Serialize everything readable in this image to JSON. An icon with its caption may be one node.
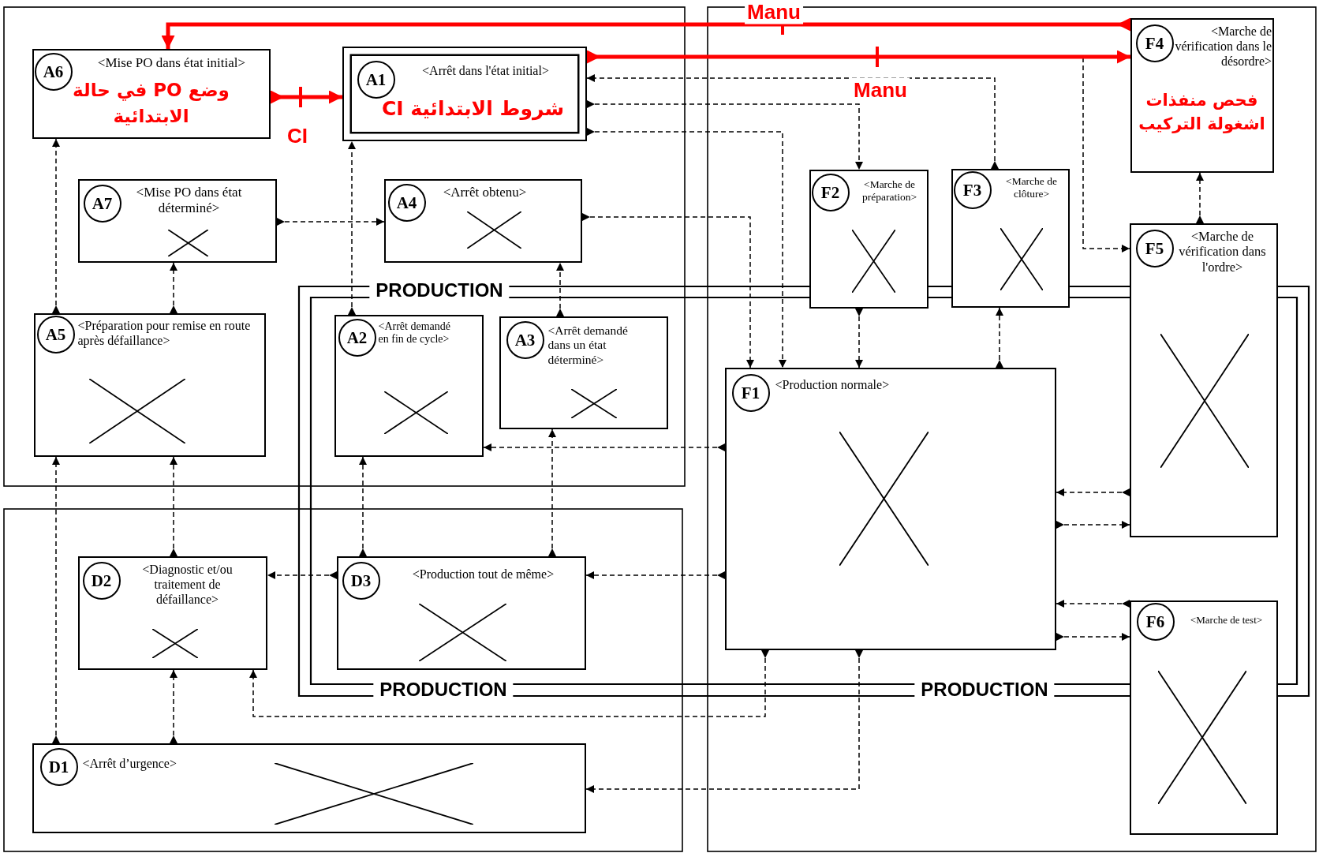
{
  "diagram": {
    "nodes": [
      {
        "text": [
          "A6",
          "<Mise PO dans état initial>",
          "وضع PO في حالة الابتدائية"
        ]
      },
      {
        "text": [
          "A1",
          "<Arrêt dans l'état initial>",
          "شروط الابتدائية CI"
        ]
      },
      {
        "text": [
          "F4",
          "<Marche de vérification dans le désordre>",
          "فحص منفذات اشغولة التركيب"
        ]
      },
      {
        "text": [
          "A7",
          "<Mise PO dans état déterminé>"
        ]
      },
      {
        "text": [
          "A4",
          "<Arrêt obtenu>"
        ]
      },
      {
        "text": [
          "F2",
          "<Marche de préparation>"
        ]
      },
      {
        "text": [
          "F3",
          "<Marche de clôture>"
        ]
      },
      {
        "text": [
          "F5",
          "<Marche de vérification dans l'ordre>"
        ]
      },
      {
        "text": [
          "A5",
          "<Préparation pour remise en route après défaillance>"
        ]
      },
      {
        "text": [
          "A2",
          "<Arrêt demandé en fin de cycle>"
        ]
      },
      {
        "text": [
          "A3",
          "<Arrêt demandé dans un état déterminé>"
        ]
      },
      {
        "text": [
          "F1",
          "<Production normale>"
        ]
      },
      {
        "text": [
          "D2",
          "<Diagnostic et/ou traitement de défaillance>"
        ]
      },
      {
        "text": [
          "D3",
          "<Production tout de même>"
        ]
      },
      {
        "text": [
          "F6",
          "<Marche de test>"
        ]
      },
      {
        "text": [
          "D1",
          "<Arrêt d’urgence>"
        ]
      }
    ],
    "edges": [
      {
        "from": 2,
        "to": 0,
        "arrow": "to",
        "label": "Manu",
        "style": "thick",
        "color": "#ff0000"
      },
      {
        "from": 1,
        "to": 2,
        "arrow": "to",
        "label": "Manu",
        "style": "thick",
        "color": "#ff0000"
      },
      {
        "from": 0,
        "to": 1,
        "arrow": "to",
        "label": "CI",
        "style": "thick",
        "color": "#ff0000"
      },
      {
        "from": 6,
        "to": 1,
        "arrow": "to",
        "style": "dashed"
      },
      {
        "from": 1,
        "to": 5,
        "arrow": "to",
        "style": "dashed"
      },
      {
        "from": 1,
        "to": 11,
        "arrow": "to",
        "style": "dashed"
      },
      {
        "from": 1,
        "to": 7,
        "arrow": "to",
        "style": "dashed"
      },
      {
        "from": 3,
        "to": 4,
        "arrow": "to",
        "style": "dashed"
      },
      {
        "from": 4,
        "to": 11,
        "arrow": "to",
        "style": "dashed"
      },
      {
        "from": 8,
        "to": 0,
        "arrow": "to",
        "style": "dashed"
      },
      {
        "from": 8,
        "to": 3,
        "arrow": "to",
        "style": "dashed"
      },
      {
        "from": 9,
        "to": 1,
        "arrow": "to",
        "style": "dashed"
      },
      {
        "from": 10,
        "to": 4,
        "arrow": "to",
        "style": "dashed"
      },
      {
        "from": 11,
        "to": 9,
        "arrow": "to",
        "style": "dashed"
      },
      {
        "from": 13,
        "to": 10,
        "arrow": "to",
        "style": "dashed"
      },
      {
        "from": 13,
        "to": 9,
        "arrow": "to",
        "style": "dashed"
      },
      {
        "from": 11,
        "to": 13,
        "arrow": "to",
        "style": "dashed"
      },
      {
        "from": 13,
        "to": 12,
        "arrow": "to",
        "style": "dashed"
      },
      {
        "from": 12,
        "to": 8,
        "arrow": "to",
        "style": "dashed"
      },
      {
        "from": 15,
        "to": 8,
        "arrow": "to",
        "style": "dashed"
      },
      {
        "from": 15,
        "to": 12,
        "arrow": "to",
        "style": "dashed"
      },
      {
        "from": 11,
        "to": 12,
        "arrow": "to",
        "style": "dashed"
      },
      {
        "from": 11,
        "to": 15,
        "arrow": "to",
        "style": "dashed"
      },
      {
        "from": 5,
        "to": 11,
        "arrow": "to",
        "style": "dashed"
      },
      {
        "from": 11,
        "to": 6,
        "arrow": "to",
        "style": "dashed"
      },
      {
        "from": 7,
        "to": 2,
        "arrow": "to",
        "style": "dashed"
      },
      {
        "from": 7,
        "to": 11,
        "arrow": "to",
        "style": "dashed"
      },
      {
        "from": 11,
        "to": 7,
        "arrow": "to",
        "style": "dashed"
      },
      {
        "from": 14,
        "to": 11,
        "arrow": "to",
        "style": "dashed"
      },
      {
        "from": 11,
        "to": 14,
        "arrow": "to",
        "style": "dashed"
      }
    ],
    "labels": [
      "PRODUCTION",
      "PRODUCTION",
      "PRODUCTION"
    ]
  }
}
